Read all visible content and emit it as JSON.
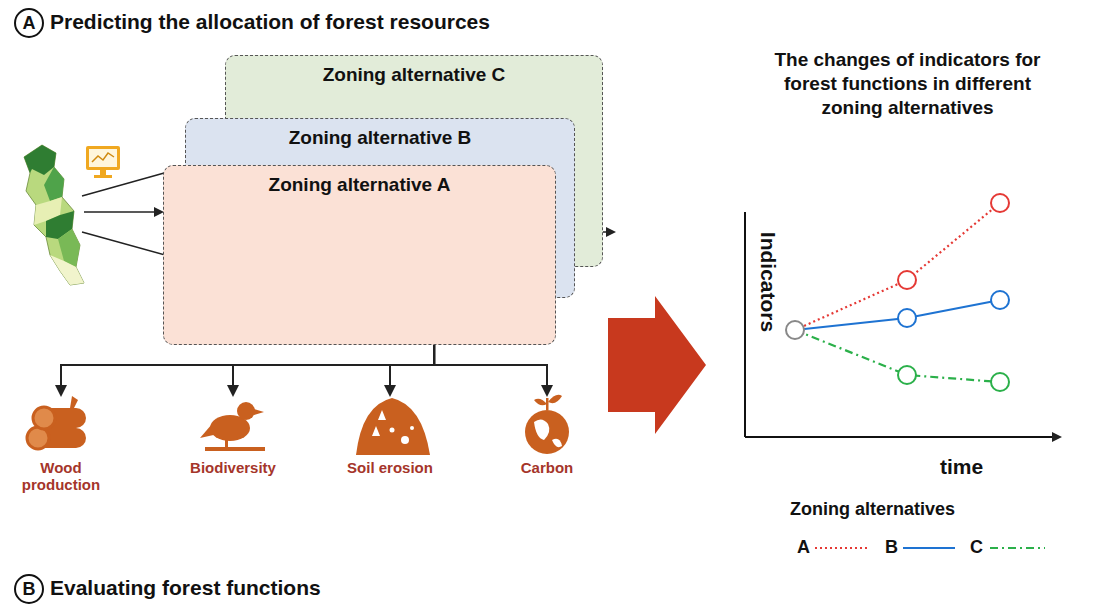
{
  "diagram": {
    "nodes": [
      {
        "text": [
          "Zoning alternative C"
        ]
      },
      {
        "text": [
          "Zoning alternative B"
        ]
      },
      {
        "text": [
          "Zoning alternative A"
        ]
      },
      {
        "text": [
          "Wood production"
        ]
      },
      {
        "text": [
          "Biodiversity"
        ]
      },
      {
        "text": [
          "Soil erosion"
        ]
      },
      {
        "text": [
          "Carbon"
        ]
      }
    ],
    "edges": [
      {
        "from": 2,
        "to": 3,
        "arrow": "to"
      },
      {
        "from": 2,
        "to": 4,
        "arrow": "to"
      },
      {
        "from": 2,
        "to": 5,
        "arrow": "to"
      },
      {
        "from": 2,
        "to": 6,
        "arrow": "to"
      }
    ],
    "labels": [
      "A",
      "Predicting the allocation of forest resources",
      "The changes of indicators for forest functions in different zoning alternatives",
      "Indicators",
      "time",
      "Zoning alternatives",
      "B",
      "Evaluating forest functions"
    ],
    "legend": [
      {
        "text": "A"
      },
      {
        "text": "B"
      },
      {
        "text": "C"
      }
    ]
  }
}
